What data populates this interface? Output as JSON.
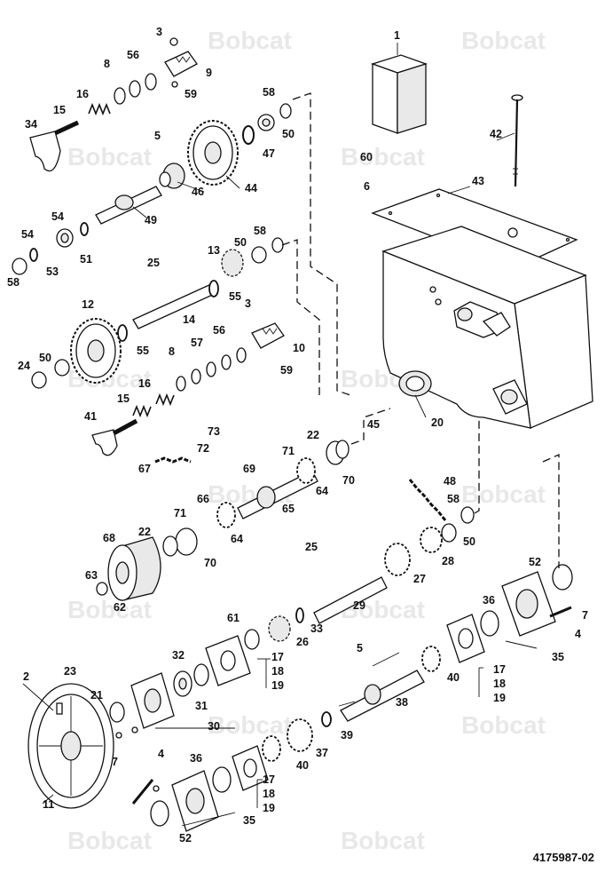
{
  "watermark": "Bobcat",
  "drawing_number": "4175987-02",
  "callouts": [
    "1",
    "2",
    "3",
    "4",
    "5",
    "6",
    "7",
    "8",
    "9",
    "10",
    "11",
    "12",
    "13",
    "14",
    "15",
    "16",
    "17",
    "18",
    "19",
    "20",
    "21",
    "22",
    "23",
    "24",
    "25",
    "26",
    "27",
    "28",
    "29",
    "30",
    "31",
    "32",
    "33",
    "34",
    "35",
    "36",
    "37",
    "38",
    "39",
    "40",
    "41",
    "42",
    "43",
    "44",
    "45",
    "46",
    "47",
    "48",
    "49",
    "50",
    "51",
    "52",
    "53",
    "54",
    "55",
    "56",
    "57",
    "58",
    "59",
    "60",
    "61",
    "62",
    "63",
    "64",
    "65",
    "66",
    "67",
    "68",
    "69",
    "70",
    "71",
    "72",
    "73"
  ]
}
